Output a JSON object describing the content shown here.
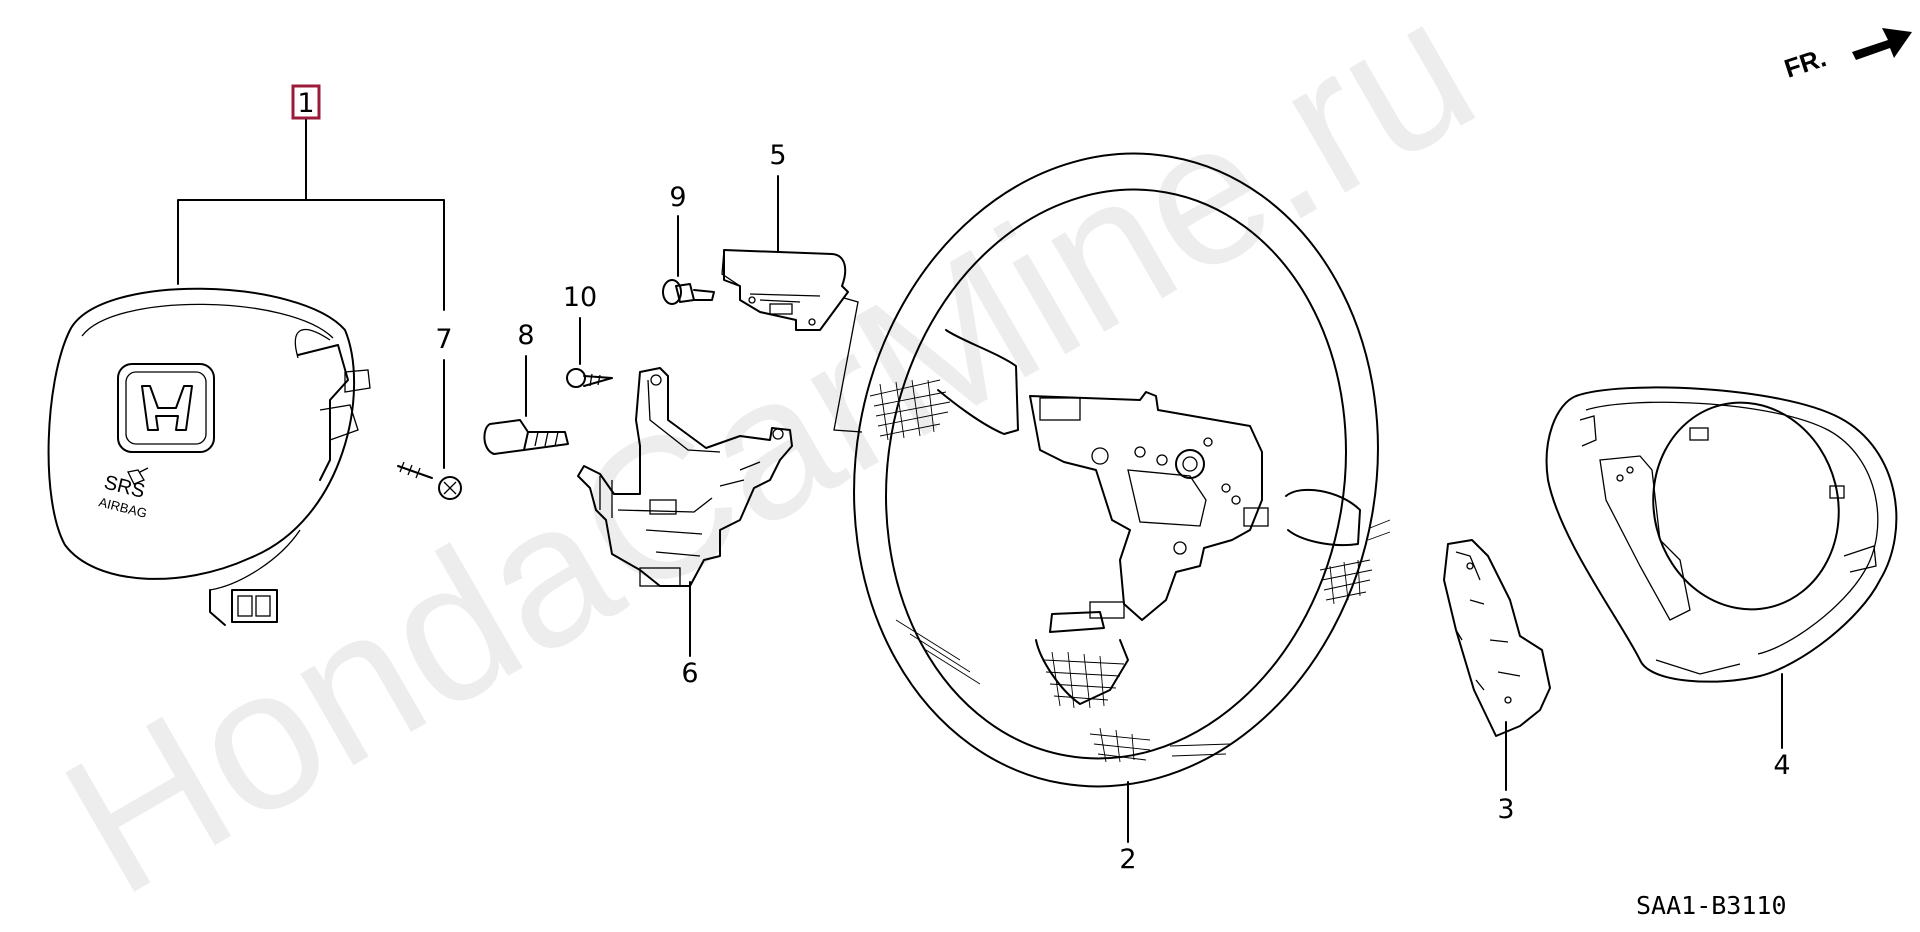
{
  "watermark": "HondaCarMine.ru",
  "direction_arrow": {
    "label": "FR."
  },
  "diagram_code": "SAA1-B3110",
  "airbag_emblem": {
    "line1": "SRS",
    "line2": "AIRBAG"
  },
  "callouts": {
    "c1": "1",
    "c2": "2",
    "c3": "3",
    "c4": "4",
    "c5": "5",
    "c6": "6",
    "c7": "7",
    "c8": "8",
    "c9": "9",
    "c10": "10"
  },
  "colors": {
    "highlight_box": "#9b1b3a",
    "line": "#000000",
    "watermark": "#e5e5e5"
  }
}
